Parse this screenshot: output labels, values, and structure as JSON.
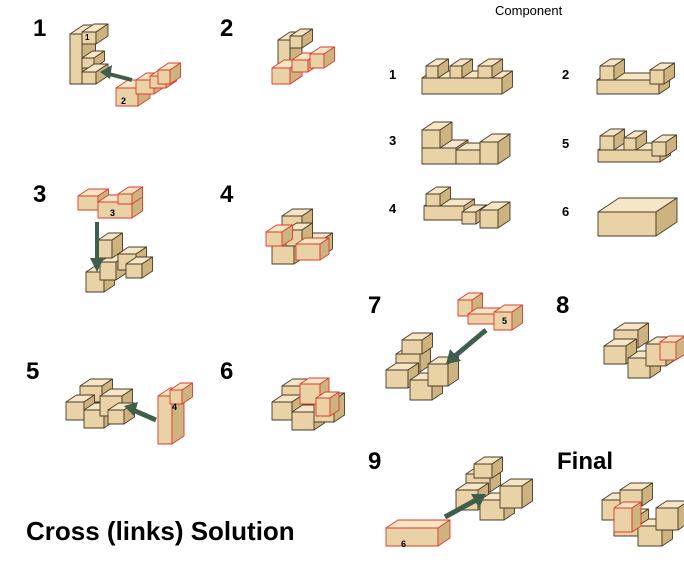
{
  "steps": {
    "s1": "1",
    "s2": "2",
    "s3": "3",
    "s4": "4",
    "s5": "5",
    "s6": "6",
    "s7": "7",
    "s8": "8",
    "s9": "9",
    "final": "Final"
  },
  "components": {
    "title": "Component",
    "c1": "1",
    "c2": "2",
    "c3": "3",
    "c4": "4",
    "c5": "5",
    "c6": "6"
  },
  "piece_labels": {
    "p1": "1",
    "p2": "2",
    "p3": "3",
    "p4": "4",
    "p5": "5",
    "p6": "6"
  },
  "solution_title": "Cross (links) Solution",
  "colors": {
    "wood_top": "#f6e6c6",
    "wood_front": "#e8d2a6",
    "wood_side": "#cdb37f",
    "edge_dark": "#4a3b28",
    "edge_red": "#e03a2a",
    "arrow": "#3f5e4b"
  }
}
